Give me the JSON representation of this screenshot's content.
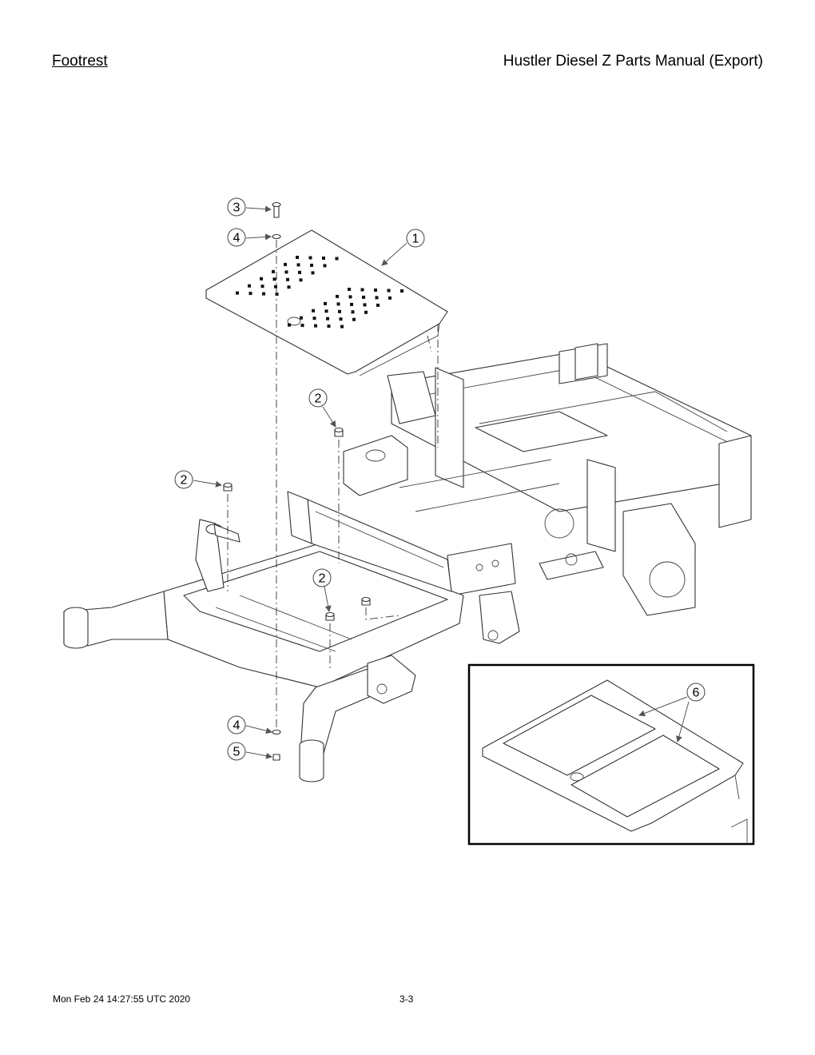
{
  "header": {
    "section_title": "Footrest",
    "manual_title": "Hustler Diesel Z Parts Manual (Export)"
  },
  "callouts": {
    "c1": "1",
    "c2a": "2",
    "c2b": "2",
    "c2c": "2",
    "c3": "3",
    "c4a": "4",
    "c4b": "4",
    "c5": "5",
    "c6": "6"
  },
  "footer": {
    "timestamp": "Mon Feb 24 14:27:55 UTC 2020",
    "page_number": "3-3"
  }
}
